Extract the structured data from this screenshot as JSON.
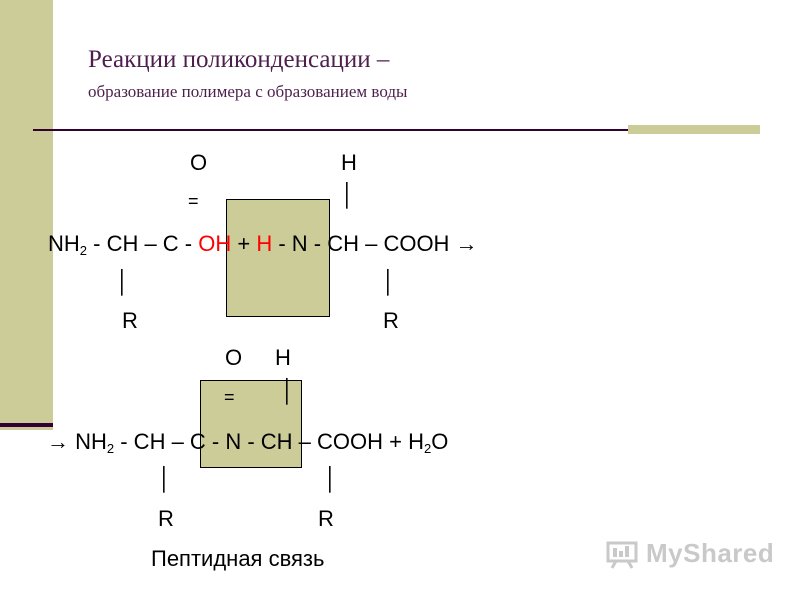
{
  "slide": {
    "title": "Реакции поликонденсации –",
    "subtitle": "образование полимера с образованием воды"
  },
  "reaction1": {
    "top_O": "O",
    "top_H": "H",
    "double_bond": "=",
    "single_bond": "│",
    "main_a": "NH",
    "main_sub": "2",
    "main_b": " - CH – C - ",
    "oh": "OH",
    "plus": " + ",
    "h": "H",
    "main_c": " - N - CH – COOH →",
    "bottom_R_left": "R",
    "bottom_R_right": "R"
  },
  "reaction2": {
    "top_O": "O",
    "top_H": "H",
    "double_bond": "=",
    "single_bond": "│",
    "arrow": "→ NH",
    "main_sub": "2",
    "main_b": " - CH – C - N - CH – COOH + H",
    "water_sub": "2",
    "water_o": "O",
    "bottom_R_left": "R",
    "bottom_R_right": "R"
  },
  "caption": "Пептидная связь",
  "watermark": {
    "text": "MyShared",
    "icon": "presentation-board-icon"
  },
  "colors": {
    "sidebar": "#cccc99",
    "title": "#4d1f4d",
    "highlight_text": "#ff0000"
  }
}
